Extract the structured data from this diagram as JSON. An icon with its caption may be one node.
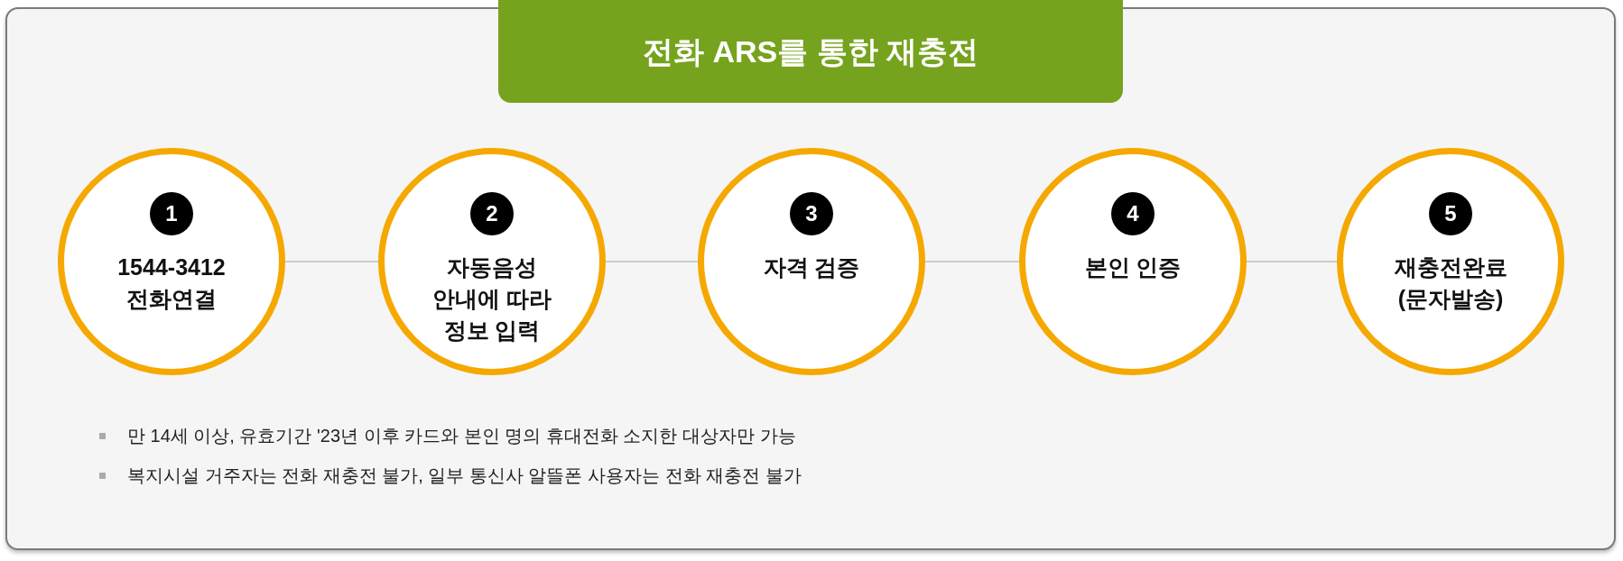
{
  "diagram": {
    "title": "전화 ARS를 통한 재충전",
    "nodes": [
      {
        "text": [
          "1",
          "1544-3412 전화연결"
        ]
      },
      {
        "text": [
          "2",
          "자동음성 안내에 따라 정보 입력"
        ]
      },
      {
        "text": [
          "3",
          "자격 검증"
        ]
      },
      {
        "text": [
          "4",
          "본인 인증"
        ]
      },
      {
        "text": [
          "5",
          "재충전완료 (문자발송)"
        ]
      }
    ],
    "edges": [
      {
        "from": 0,
        "to": 1,
        "arrow": "none"
      },
      {
        "from": 1,
        "to": 2,
        "arrow": "none"
      },
      {
        "from": 2,
        "to": 3,
        "arrow": "none"
      },
      {
        "from": 3,
        "to": 4,
        "arrow": "none"
      }
    ],
    "labels": [
      "만 14세 이상, 유효기간 '23년 이후 카드와 본인 명의 휴대전화 소지한 대상자만 가능",
      "복지시설 거주자는 전화 재충전 불가, 일부 통신사 알뜰폰 사용자는 전화 재충전 불가"
    ]
  }
}
